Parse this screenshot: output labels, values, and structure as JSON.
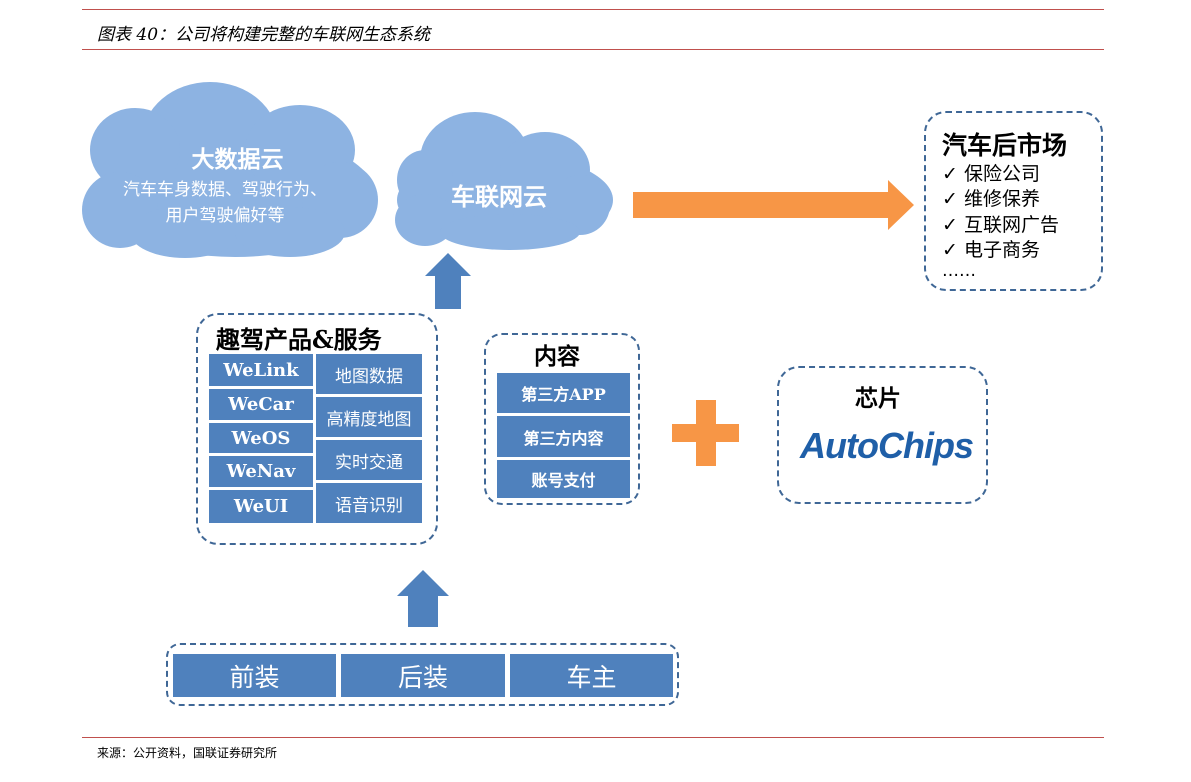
{
  "figure": {
    "title": "图表 40：公司将构建完整的车联网生态系统",
    "source": "来源：公开资料，国联证券研究所"
  },
  "big_data_cloud": {
    "title": "大数据云",
    "desc_line1": "汽车车身数据、驾驶行为、",
    "desc_line2": "用户驾驶偏好等"
  },
  "connected_cloud": {
    "title": "车联网云"
  },
  "aftermarket": {
    "title": "汽车后市场",
    "check": "✓",
    "items": [
      "保险公司",
      "维修保养",
      "互联网广告",
      "电子商务"
    ],
    "ellipsis": "……"
  },
  "products": {
    "title": "趣驾产品&服务",
    "left": [
      "WeLink",
      "WeCar",
      "WeOS",
      "WeNav",
      "WeUI"
    ],
    "right": [
      "地图数据",
      "高精度地图",
      "实时交通",
      "语音识别"
    ]
  },
  "content": {
    "title": "内容",
    "items": [
      "第三方APP",
      "第三方内容",
      "账号支付"
    ]
  },
  "chip": {
    "title": "芯片",
    "logo": "AutoChips"
  },
  "bottom": {
    "items": [
      "前装",
      "后装",
      "车主"
    ]
  },
  "colors": {
    "cloud": "#8db3e2",
    "box": "#4f81bd",
    "arrow_blue": "#4f81bd",
    "arrow_orange": "#f79646",
    "dash": "#3f6796",
    "rule": "#c0504d"
  }
}
